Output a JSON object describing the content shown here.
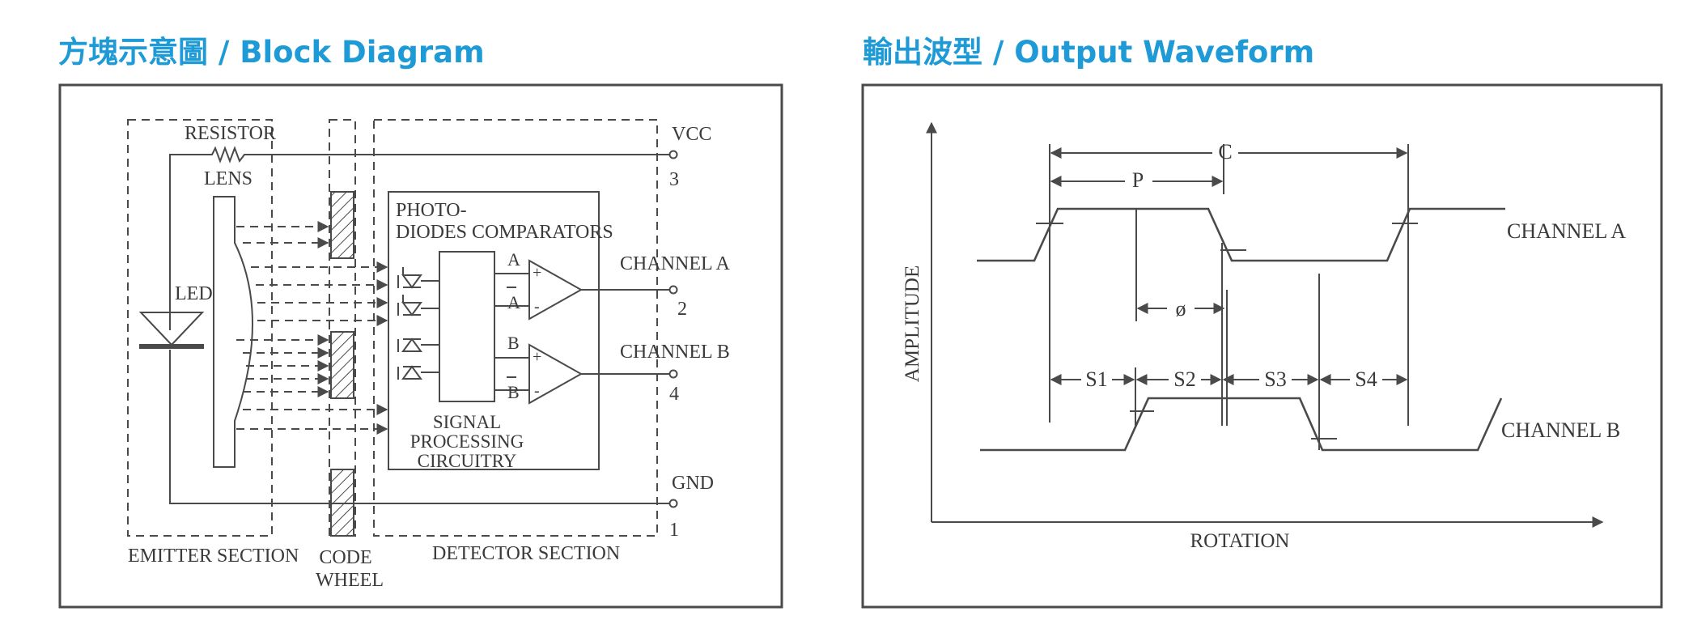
{
  "headings": {
    "block": "方塊示意圖 / Block Diagram",
    "waveform": "輸出波型 / Output Waveform"
  },
  "block_diagram": {
    "resistor": "RESISTOR",
    "lens": "LENS",
    "led": "LED",
    "photodiodes": "PHOTO-",
    "diodes_comparators": "DIODES  COMPARATORS",
    "signal_processing": [
      "SIGNAL",
      "PROCESSING",
      "CIRCUITRY"
    ],
    "emitter_section": "EMITTER  SECTION",
    "code_wheel": [
      "CODE",
      "WHEEL"
    ],
    "detector_section": "DETECTOR  SECTION",
    "pins": [
      {
        "name": "VCC",
        "number": "3"
      },
      {
        "name": "CHANNEL  A",
        "number": "2"
      },
      {
        "name": "CHANNEL  B",
        "number": "4"
      },
      {
        "name": "GND",
        "number": "1"
      }
    ],
    "comparator_inputs": [
      "A",
      "A",
      "B",
      "B"
    ],
    "plus": "+",
    "minus": "-"
  },
  "waveform": {
    "y_label": "AMPLITUDE",
    "x_label": "ROTATION",
    "channel_a": "CHANNEL  A",
    "channel_b": "CHANNEL  B",
    "c": "C",
    "p": "P",
    "phi": "ø",
    "segments": [
      "S1",
      "S2",
      "S3",
      "S4"
    ]
  }
}
